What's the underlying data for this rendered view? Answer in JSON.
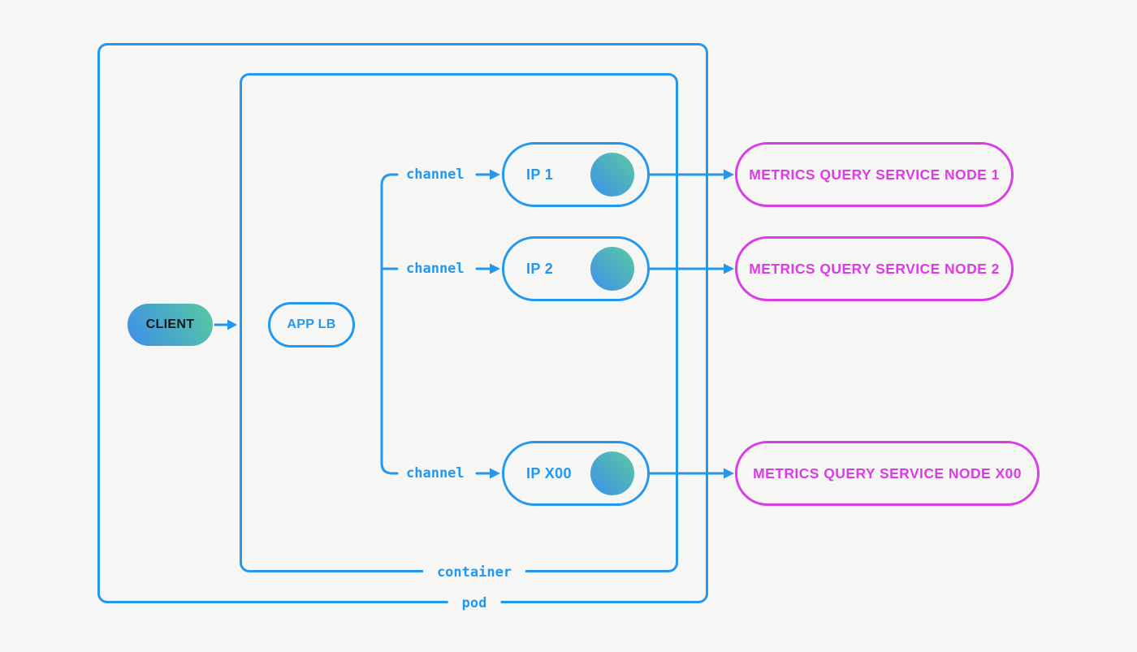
{
  "colors": {
    "background": "#f6f6f4",
    "line_blue": "#2298f0",
    "node_magenta": "#dc3ce6",
    "gradient_blue": "#3e90ec",
    "gradient_green": "#5ac9a0",
    "client_text": "#14181d"
  },
  "pod": {
    "label": "pod"
  },
  "container": {
    "label": "container"
  },
  "client": {
    "label": "CLIENT"
  },
  "app_lb": {
    "label": "APP LB"
  },
  "channels": [
    {
      "label": "channel"
    },
    {
      "label": "channel"
    },
    {
      "label": "channel"
    }
  ],
  "ip_nodes": [
    {
      "label": "IP 1"
    },
    {
      "label": "IP 2"
    },
    {
      "label": "IP X00"
    }
  ],
  "metrics_nodes": [
    {
      "label": "METRICS QUERY SERVICE NODE 1"
    },
    {
      "label": "METRICS QUERY SERVICE NODE 2"
    },
    {
      "label": "METRICS QUERY SERVICE NODE X00"
    }
  ]
}
